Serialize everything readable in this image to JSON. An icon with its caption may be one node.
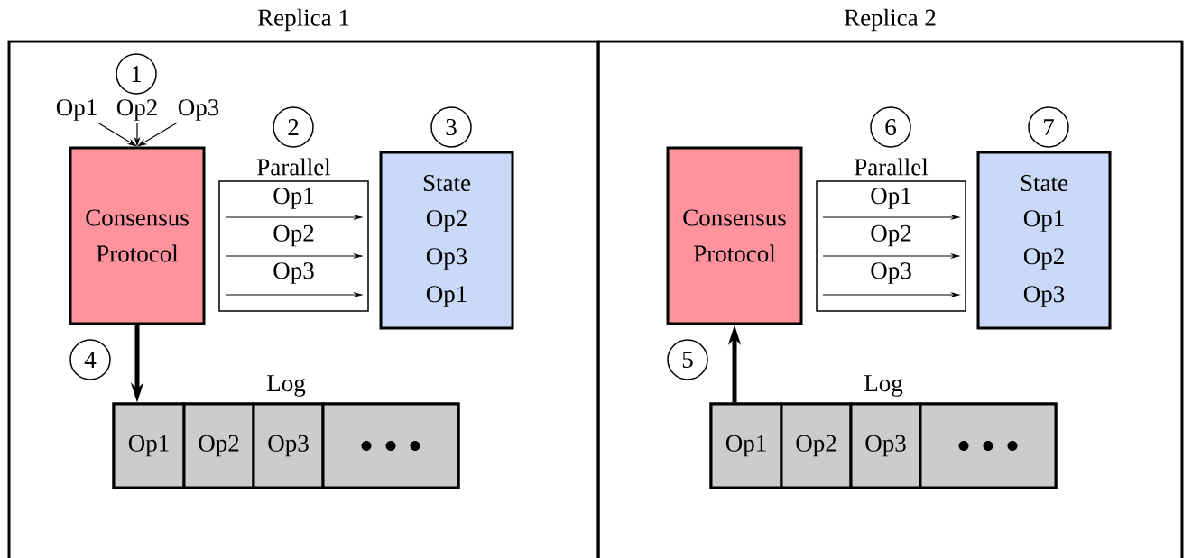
{
  "diagram": {
    "nodes": [
      {
        "text": [
          "Replica 1"
        ]
      },
      {
        "text": [
          "1"
        ],
        "in": 0
      },
      {
        "text": [
          "Op1"
        ],
        "in": 0
      },
      {
        "text": [
          "Op2"
        ],
        "in": 0
      },
      {
        "text": [
          "Op3"
        ],
        "in": 0
      },
      {
        "text": [
          "2"
        ],
        "in": 0
      },
      {
        "text": [
          "3"
        ],
        "in": 0
      },
      {
        "text": [
          "Consensus Protocol"
        ],
        "in": 0
      },
      {
        "text": [
          "Parallel",
          "Op1",
          "Op2",
          "Op3"
        ],
        "in": 0
      },
      {
        "text": [
          "State",
          "Op2",
          "Op3",
          "Op1"
        ],
        "in": 0
      },
      {
        "text": [
          "4"
        ],
        "in": 0
      },
      {
        "text": [
          "Log"
        ],
        "in": 0
      },
      {
        "text": [
          "Op1"
        ],
        "in": 11
      },
      {
        "text": [
          "Op2"
        ],
        "in": 11
      },
      {
        "text": [
          "Op3"
        ],
        "in": 11
      },
      {
        "text": [],
        "shape": "box",
        "in": 11
      },
      {
        "text": [
          "Replica 2"
        ]
      },
      {
        "text": [
          "6"
        ],
        "in": 16
      },
      {
        "text": [
          "7"
        ],
        "in": 16
      },
      {
        "text": [
          "Consensus Protocol"
        ],
        "in": 16
      },
      {
        "text": [
          "Parallel",
          "Op1",
          "Op2",
          "Op3"
        ],
        "in": 16
      },
      {
        "text": [
          "State",
          "Op1",
          "Op2",
          "Op3"
        ],
        "in": 16
      },
      {
        "text": [
          "5"
        ],
        "in": 16
      },
      {
        "text": [
          "Log"
        ],
        "in": 16
      },
      {
        "text": [
          "Op1"
        ],
        "in": 23
      },
      {
        "text": [
          "Op2"
        ],
        "in": 23
      },
      {
        "text": [
          "Op3"
        ],
        "in": 23
      },
      {
        "text": [],
        "shape": "box",
        "in": 23
      }
    ],
    "edges": [
      {
        "from": 2,
        "to": 7,
        "arrow": "to"
      },
      {
        "from": 3,
        "to": 7,
        "arrow": "to"
      },
      {
        "from": 4,
        "to": 7,
        "arrow": "to"
      },
      {
        "from": 7,
        "to": 11,
        "arrow": "to",
        "style": "thick"
      },
      {
        "from": 23,
        "to": 19,
        "arrow": "to",
        "style": "thick"
      }
    ]
  }
}
